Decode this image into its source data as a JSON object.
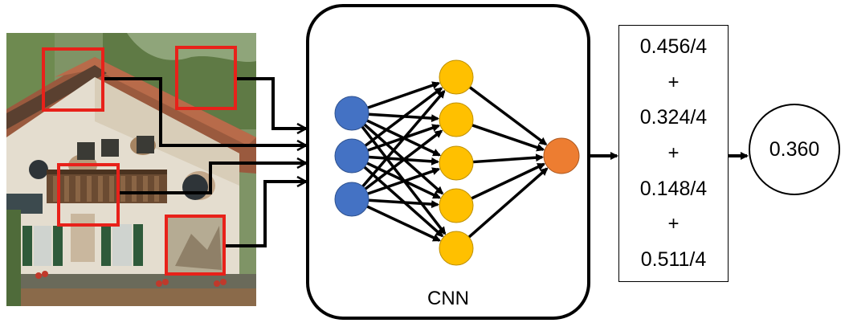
{
  "diagram": {
    "network_label": "CNN",
    "terms": [
      "0.456/4",
      "0.324/4",
      "0.148/4",
      "0.511/4"
    ],
    "operator": "+",
    "result": "0.360",
    "layers": {
      "input_nodes": 3,
      "hidden_nodes": 5,
      "output_nodes": 1
    },
    "colors": {
      "patch_outline": "#e8211a",
      "input_node": "#4472c4",
      "hidden_node": "#ffc000",
      "output_node": "#ed7d31",
      "edge": "#000000"
    }
  }
}
